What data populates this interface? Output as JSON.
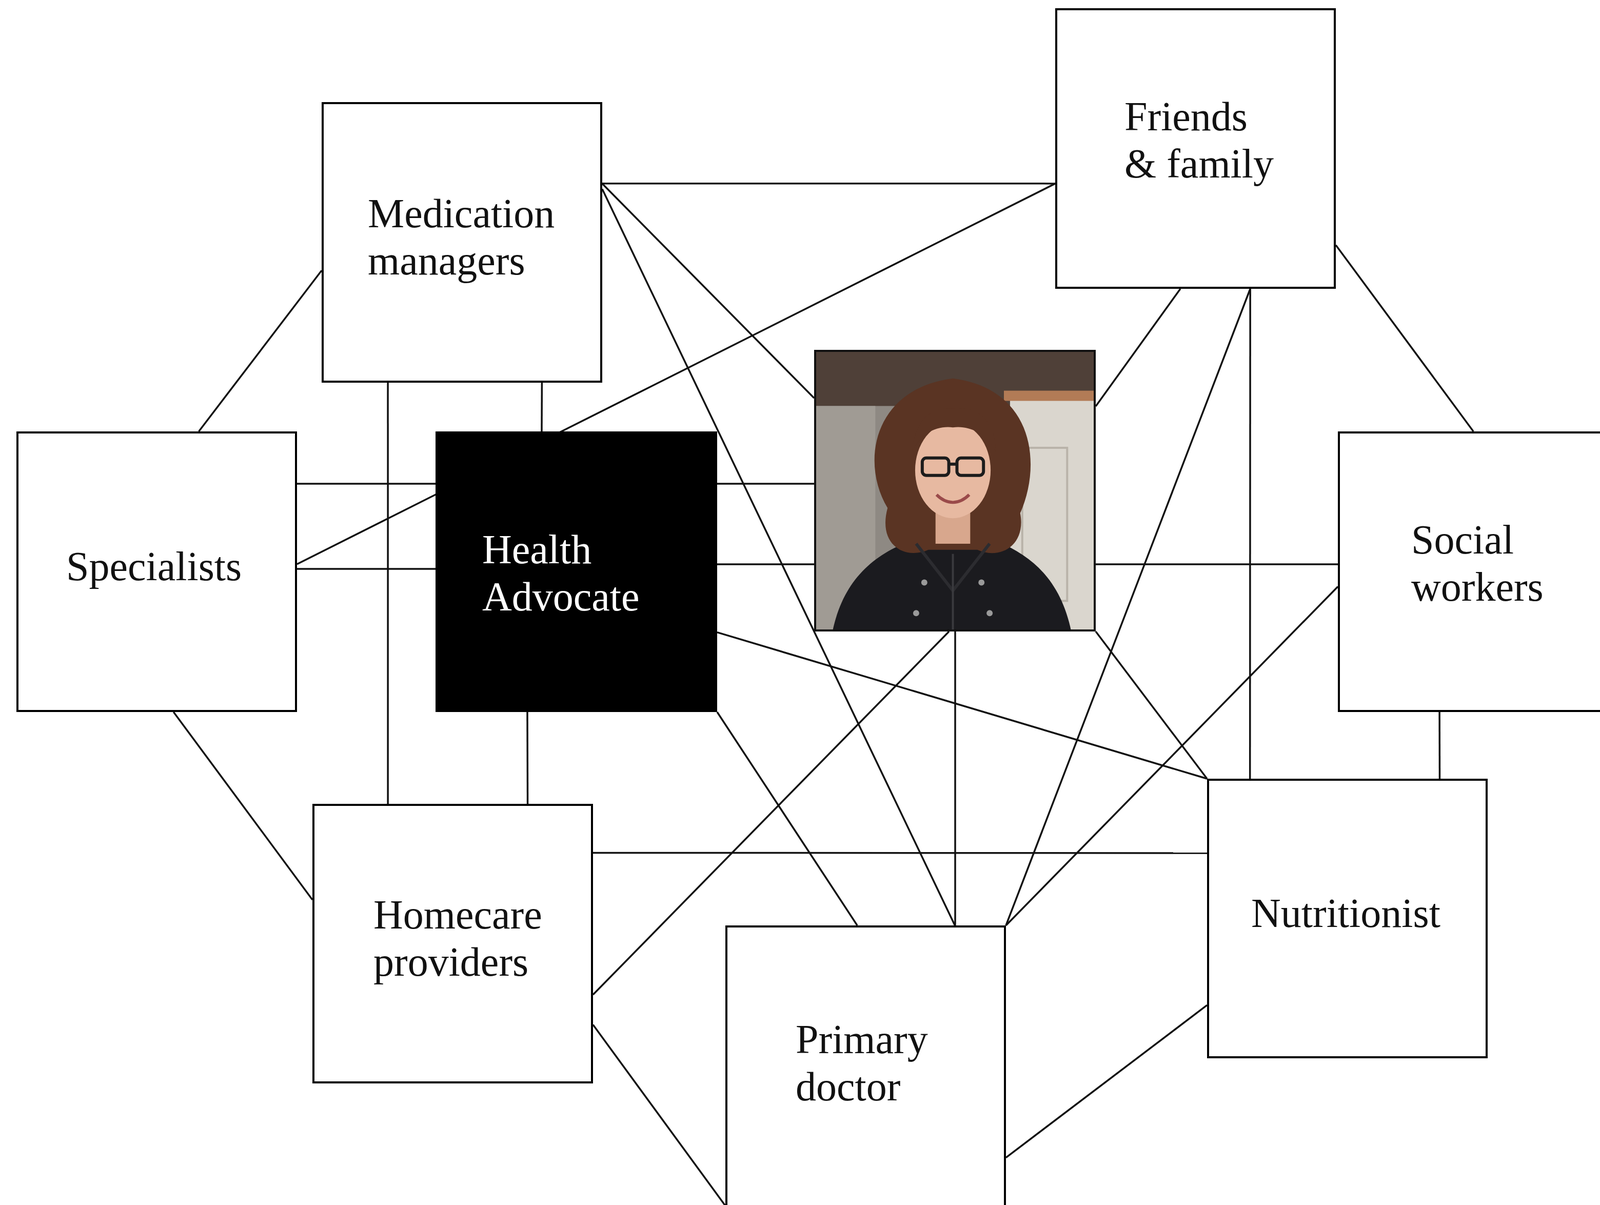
{
  "diagram": {
    "nodes": [
      {
        "text": [
          "Friends & family"
        ]
      },
      {
        "text": [
          "Medication managers"
        ]
      },
      {
        "text": [
          "Specialists"
        ]
      },
      {
        "text": [
          "Health Advocate"
        ]
      },
      {
        "text": [
          "Social workers"
        ]
      },
      {
        "text": [
          "Nutritionist"
        ]
      },
      {
        "text": [
          "Homecare providers"
        ]
      },
      {
        "text": [
          "Primary doctor"
        ]
      }
    ],
    "edges": [
      {
        "from": 1,
        "to": 0,
        "arrow": "none"
      },
      {
        "from": 1,
        "to": 7,
        "arrow": "none"
      },
      {
        "from": 1,
        "to": 6,
        "arrow": "none"
      },
      {
        "from": 1,
        "to": 3,
        "arrow": "none"
      },
      {
        "from": 1,
        "to": 2,
        "arrow": "none"
      },
      {
        "from": 0,
        "to": 2,
        "arrow": "none"
      },
      {
        "from": 0,
        "to": 7,
        "arrow": "none"
      },
      {
        "from": 0,
        "to": 5,
        "arrow": "none"
      },
      {
        "from": 0,
        "to": 4,
        "arrow": "none"
      },
      {
        "from": 2,
        "to": 3,
        "arrow": "none"
      },
      {
        "from": 2,
        "to": 6,
        "arrow": "none"
      },
      {
        "from": 3,
        "to": 6,
        "arrow": "none"
      },
      {
        "from": 3,
        "to": 7,
        "arrow": "none"
      },
      {
        "from": 3,
        "to": 5,
        "arrow": "none"
      },
      {
        "from": 4,
        "to": 7,
        "arrow": "none"
      },
      {
        "from": 4,
        "to": 5,
        "arrow": "none"
      },
      {
        "from": 6,
        "to": 5,
        "arrow": "none"
      },
      {
        "from": 6,
        "to": 7,
        "arrow": "none"
      },
      {
        "from": 5,
        "to": 7,
        "arrow": "none"
      }
    ]
  }
}
